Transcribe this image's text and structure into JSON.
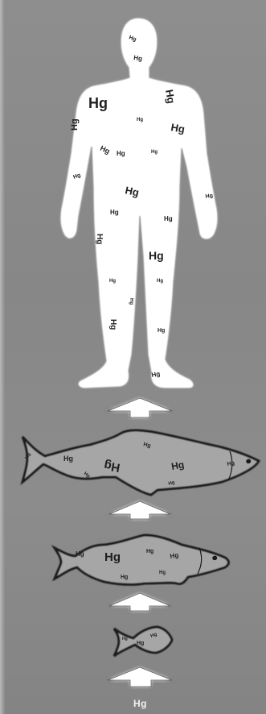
{
  "diagram": {
    "symbol": "Hg",
    "bottom_label": "Hg",
    "stages": [
      "human",
      "large-fish",
      "medium-fish",
      "small-fish",
      "source"
    ],
    "colors": {
      "background": "#8a8a8a",
      "human_fill": "#ffffff",
      "fish_fill": "#a6a6a6",
      "outline": "#1a1a1a",
      "arrow_fill": "#ffffff",
      "text": "#1f1f1f"
    }
  }
}
